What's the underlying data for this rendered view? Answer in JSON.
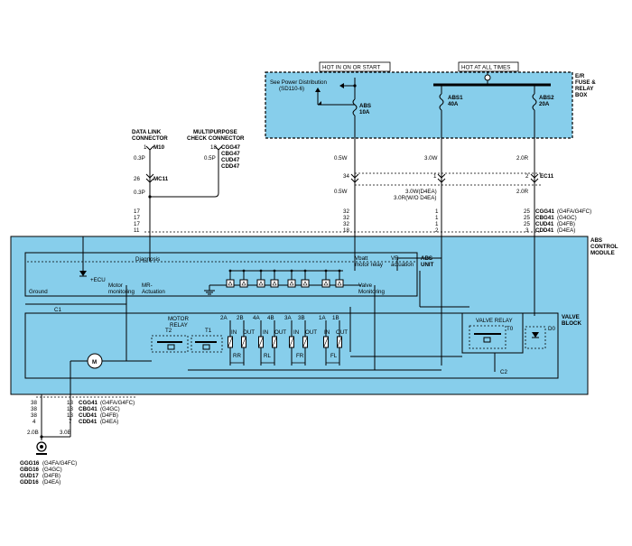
{
  "colors": {
    "module_fill": "#87ceeb",
    "wire": "#000000",
    "background": "#ffffff"
  },
  "fuse_box": {
    "hot_ign": "HOT IN ON OR START",
    "hot_always": "HOT AT ALL TIMES",
    "title_l1": "E/R",
    "title_l2": "FUSE &",
    "title_l3": "RELAY",
    "title_l4": "BOX",
    "see_l1": "See Power Distribution",
    "see_l2": "(SD110-6)",
    "fuse_abs_name": "ABS",
    "fuse_abs_amp": "10A",
    "fuse_abs1_name": "ABS1",
    "fuse_abs1_amp": "40A",
    "fuse_abs2_name": "ABS2",
    "fuse_abs2_amp": "20A"
  },
  "wires": {
    "w05_a": "0.5W",
    "w30": "3.0W",
    "w20r_a": "2.0R",
    "pin34": "34",
    "pin1": "1",
    "pin2": "2",
    "ec11": "EC11",
    "w05_b": "0.5W",
    "w30_d4ea": "3.0W(D4EA)",
    "w30r_wo": "3.0R(W/O D4EA)",
    "w20r_b": "2.0R"
  },
  "connectors": {
    "dlc_l1": "DATA LINK",
    "dlc_l2": "CONNECTOR",
    "dlc_pin": "1",
    "dlc_name": "M10",
    "dlc_w1": "0.3P",
    "mc11_pin": "26",
    "mc11": "MC11",
    "dlc_w2": "0.3P",
    "mpc_l1": "MULTIPURPOSE",
    "mpc_l2": "CHECK CONNECTOR",
    "mpc_pin": "18",
    "mpc_w": "0.5P",
    "mpc_n1": "CGG47",
    "mpc_n2": "CBG47",
    "mpc_n3": "CUD47",
    "mpc_n4": "CDD47",
    "top_left_pins": [
      "17",
      "17",
      "17",
      "11"
    ],
    "top_mid_pins_a": [
      "32",
      "32",
      "32",
      "18"
    ],
    "top_mid_pins_b": [
      "1",
      "1",
      "1",
      "2"
    ],
    "top_right_pins": [
      "25",
      "25",
      "25",
      "3"
    ],
    "top_names": [
      "CGG41",
      "CBG41",
      "CUD41",
      "CDD41"
    ],
    "top_variants": [
      "(G4FA/G4FC)",
      "(G4GC)",
      "(D4FB)",
      "(D4EA)"
    ]
  },
  "module": {
    "title_l1": "ABS",
    "title_l2": "CONTROL",
    "title_l3": "MODULE",
    "unit_l1": "ABS",
    "unit_l2": "UNIT",
    "diagnosis": "Diagnosis",
    "vbatt_l1": "Vbatt",
    "vbatt_l2": "motor relay",
    "vr_l1": "VR-",
    "vr_l2": "actuation",
    "ecu": "+ECU",
    "motor_mon_l1": "Motor",
    "motor_mon_l2": "monitoring",
    "mr_l1": "MR-",
    "mr_l2": "Actuation",
    "valve_mon_l1": "Valve",
    "valve_mon_l2": "Monitoring",
    "ground": "Ground",
    "c1": "C1",
    "c2": "C2"
  },
  "valve_block": {
    "title_l1": "VALVE",
    "title_l2": "BLOCK",
    "motor_relay_l1": "MOTOR",
    "motor_relay_l2": "RELAY",
    "t2": "T2",
    "t1": "T1",
    "motor": "M",
    "valve_relay": "VALVE RELAY",
    "t0": "T0",
    "d0": "D0",
    "valve_ids": [
      "2A",
      "2B",
      "4A",
      "4B",
      "3A",
      "3B",
      "1A",
      "1B"
    ],
    "io": [
      "IN",
      "OUT",
      "IN",
      "OUT",
      "IN",
      "OUT",
      "IN",
      "OUT"
    ],
    "wheels": [
      "RR",
      "RL",
      "FR",
      "FL"
    ]
  },
  "bottom": {
    "pins_left": [
      "38",
      "38",
      "38",
      "4"
    ],
    "pins_right": [
      "13",
      "13",
      "13",
      "7"
    ],
    "names": [
      "CGG41",
      "CBG41",
      "CUD41",
      "CDD41"
    ],
    "variants": [
      "(G4FA/G4FC)",
      "(G4GC)",
      "(D4FB)",
      "(D4EA)"
    ],
    "w_left": "2.0B",
    "w_right": "3.0B",
    "ground_names": [
      "GGG16",
      "GBG16",
      "GUD17",
      "GDD16"
    ],
    "ground_variants": [
      "(G4FA/G4FC)",
      "(G4GC)",
      "(D4FB)",
      "(D4EA)"
    ]
  }
}
